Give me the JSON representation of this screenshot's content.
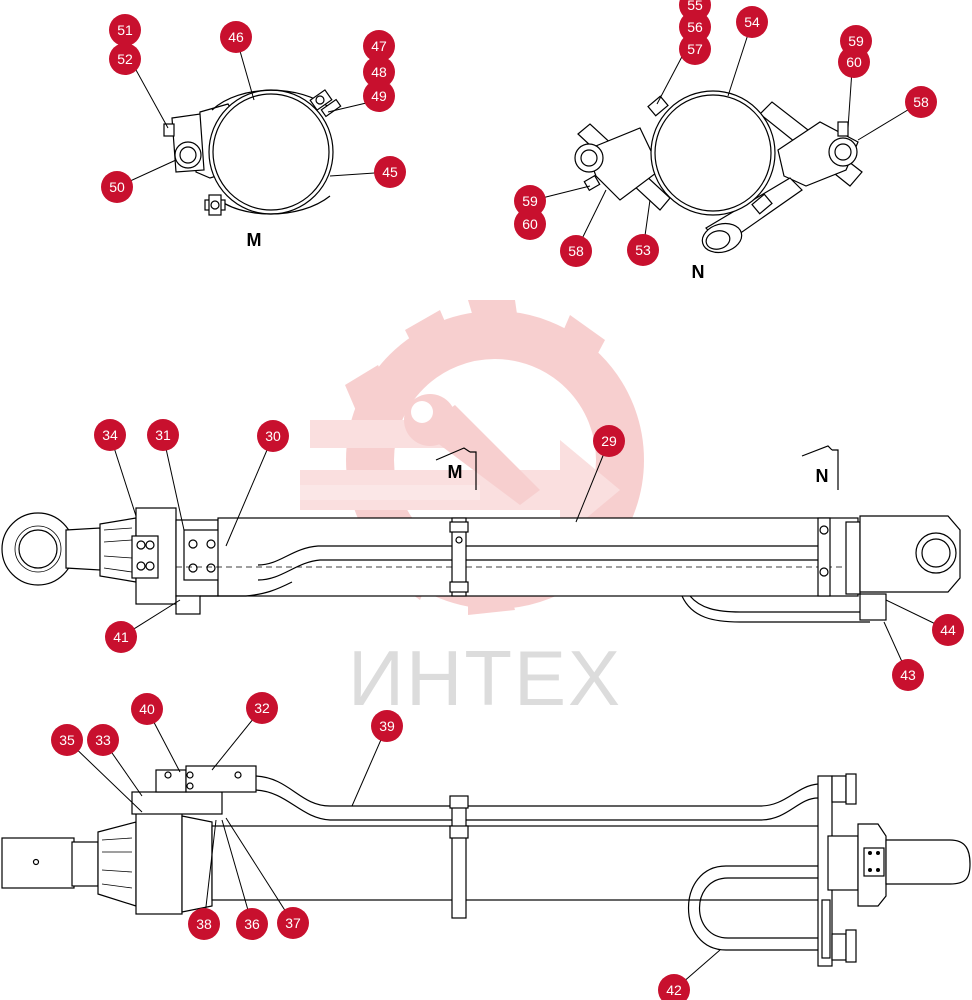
{
  "watermark": {
    "text": "ИНТЕХ",
    "logo": "gear-wrench-logo"
  },
  "views": {
    "M": "M",
    "N": "N"
  },
  "section_marks": {
    "M": "M",
    "N": "N"
  },
  "callouts": {
    "c29": "29",
    "c30": "30",
    "c31": "31",
    "c32": "32",
    "c33": "33",
    "c34": "34",
    "c35": "35",
    "c36": "36",
    "c37": "37",
    "c38": "38",
    "c39": "39",
    "c40": "40",
    "c41": "41",
    "c42": "42",
    "c43": "43",
    "c44": "44",
    "c45": "45",
    "c46": "46",
    "c47": "47",
    "c48": "48",
    "c49": "49",
    "c50": "50",
    "c51": "51",
    "c52": "52",
    "c53": "53",
    "c54": "54",
    "c55": "55",
    "c56": "56",
    "c57": "57",
    "c58a": "58",
    "c58b": "58",
    "c59a": "59",
    "c60a": "60",
    "c59b": "59",
    "c60b": "60"
  },
  "colors": {
    "badge": "#c8102e",
    "watermark": "#f3b8b8",
    "line": "#000000"
  }
}
